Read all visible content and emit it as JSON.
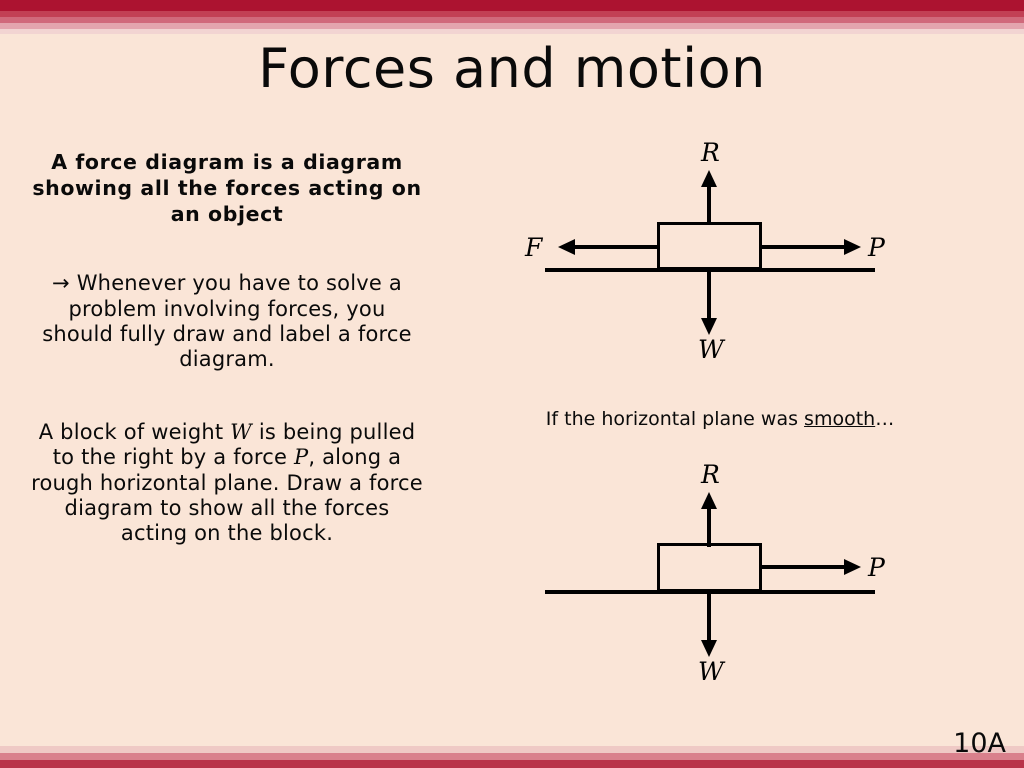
{
  "slide": {
    "title": "Forces and motion",
    "page_label": "10A",
    "background_color": "#FAE5D7",
    "border_colors": {
      "top": [
        "#AC1330",
        "#C24055",
        "#D0697B",
        "#E3A5AE",
        "#F2D4D2"
      ],
      "bottom": [
        "#EFC9C5",
        "#D9808C",
        "#B93349"
      ]
    }
  },
  "left_column": {
    "paragraph_1": "A force diagram is a diagram showing all the forces acting on an object",
    "paragraph_2": "→ Whenever you have to solve a problem involving forces, you should fully draw and label a force diagram.",
    "paragraph_3_part_1": "A block of weight ",
    "paragraph_3_sym_1": "W",
    "paragraph_3_part_2": " is being pulled to the right by a force ",
    "paragraph_3_sym_2": "P",
    "paragraph_3_part_3": ", along a rough horizontal plane. Draw a force diagram to show all the forces acting on the block."
  },
  "caption": {
    "prefix": "If the horizontal plane was ",
    "underlined": "smooth",
    "suffix": "…"
  },
  "diagram_1": {
    "name": "rough-plane-force-diagram",
    "labels": {
      "normal": "R",
      "weight": "W",
      "friction": "F",
      "pull": "P"
    }
  },
  "diagram_2": {
    "name": "smooth-plane-force-diagram",
    "labels": {
      "normal": "R",
      "weight": "W",
      "pull": "P"
    }
  }
}
